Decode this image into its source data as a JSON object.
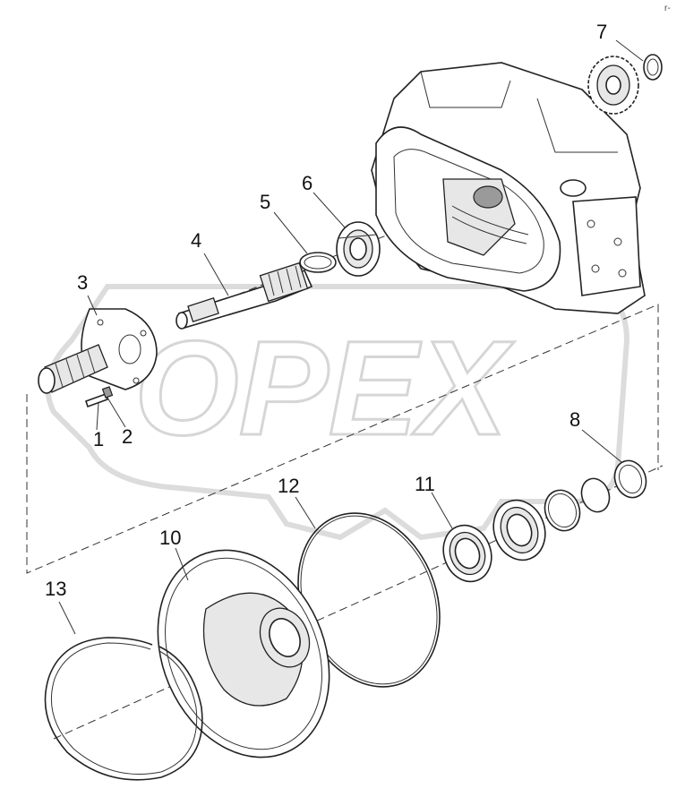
{
  "watermark": {
    "text": "OPEX"
  },
  "corner_mark": "r-",
  "callouts": [
    {
      "id": "1",
      "label": "1"
    },
    {
      "id": "2",
      "label": "2"
    },
    {
      "id": "3",
      "label": "3"
    },
    {
      "id": "4",
      "label": "4"
    },
    {
      "id": "5",
      "label": "5"
    },
    {
      "id": "6",
      "label": "6"
    },
    {
      "id": "7",
      "label": "7"
    },
    {
      "id": "8",
      "label": "8"
    },
    {
      "id": "10",
      "label": "10"
    },
    {
      "id": "11",
      "label": "11"
    },
    {
      "id": "12",
      "label": "12"
    },
    {
      "id": "13",
      "label": "13"
    }
  ]
}
